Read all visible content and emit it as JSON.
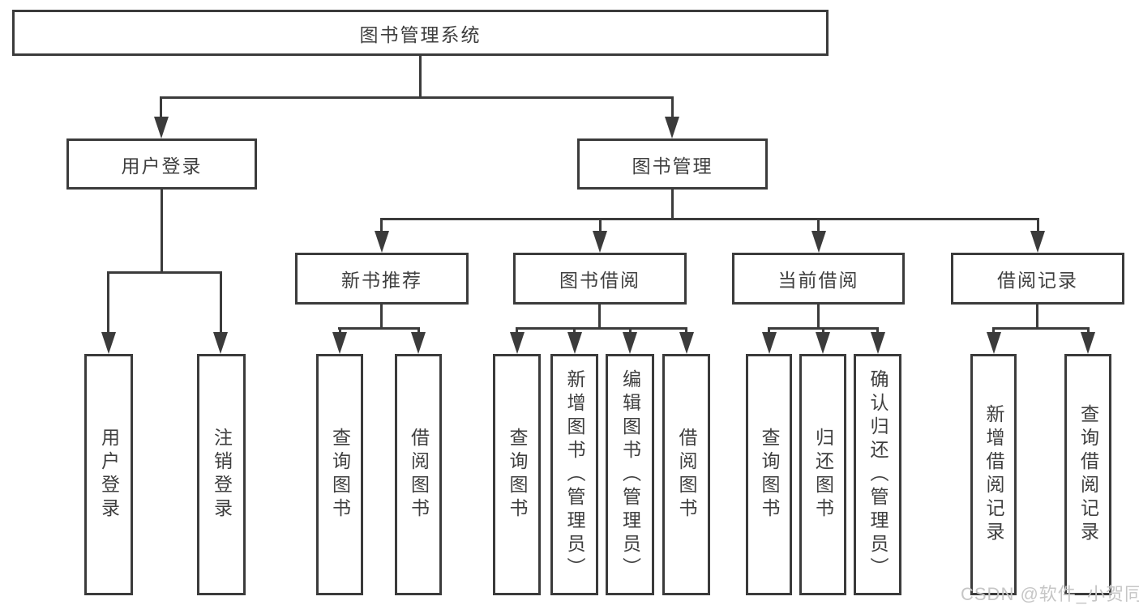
{
  "diagram": {
    "root": {
      "label": "图书管理系统"
    },
    "branches": [
      {
        "label": "用户登录",
        "children": [
          {
            "label": "用户登录"
          },
          {
            "label": "注销登录"
          }
        ]
      },
      {
        "label": "图书管理",
        "children": [
          {
            "label": "新书推荐",
            "children": [
              {
                "label": "查询图书"
              },
              {
                "label": "借阅图书"
              }
            ]
          },
          {
            "label": "图书借阅",
            "children": [
              {
                "label": "查询图书"
              },
              {
                "label": "新增图书（管理员）"
              },
              {
                "label": "编辑图书（管理员）"
              },
              {
                "label": "借阅图书"
              }
            ]
          },
          {
            "label": "当前借阅",
            "children": [
              {
                "label": "查询图书"
              },
              {
                "label": "归还图书"
              },
              {
                "label": "确认归还（管理员）"
              }
            ]
          },
          {
            "label": "借阅记录",
            "children": [
              {
                "label": "新增借阅记录"
              },
              {
                "label": "查询借阅记录"
              }
            ]
          }
        ]
      }
    ],
    "watermark": "CSDN @软件_小贺同学",
    "colors": {
      "line": "#3b3b3b",
      "text": "#3f3f3f",
      "watermark": "#c6c6c6",
      "background": "#ffffff"
    }
  }
}
